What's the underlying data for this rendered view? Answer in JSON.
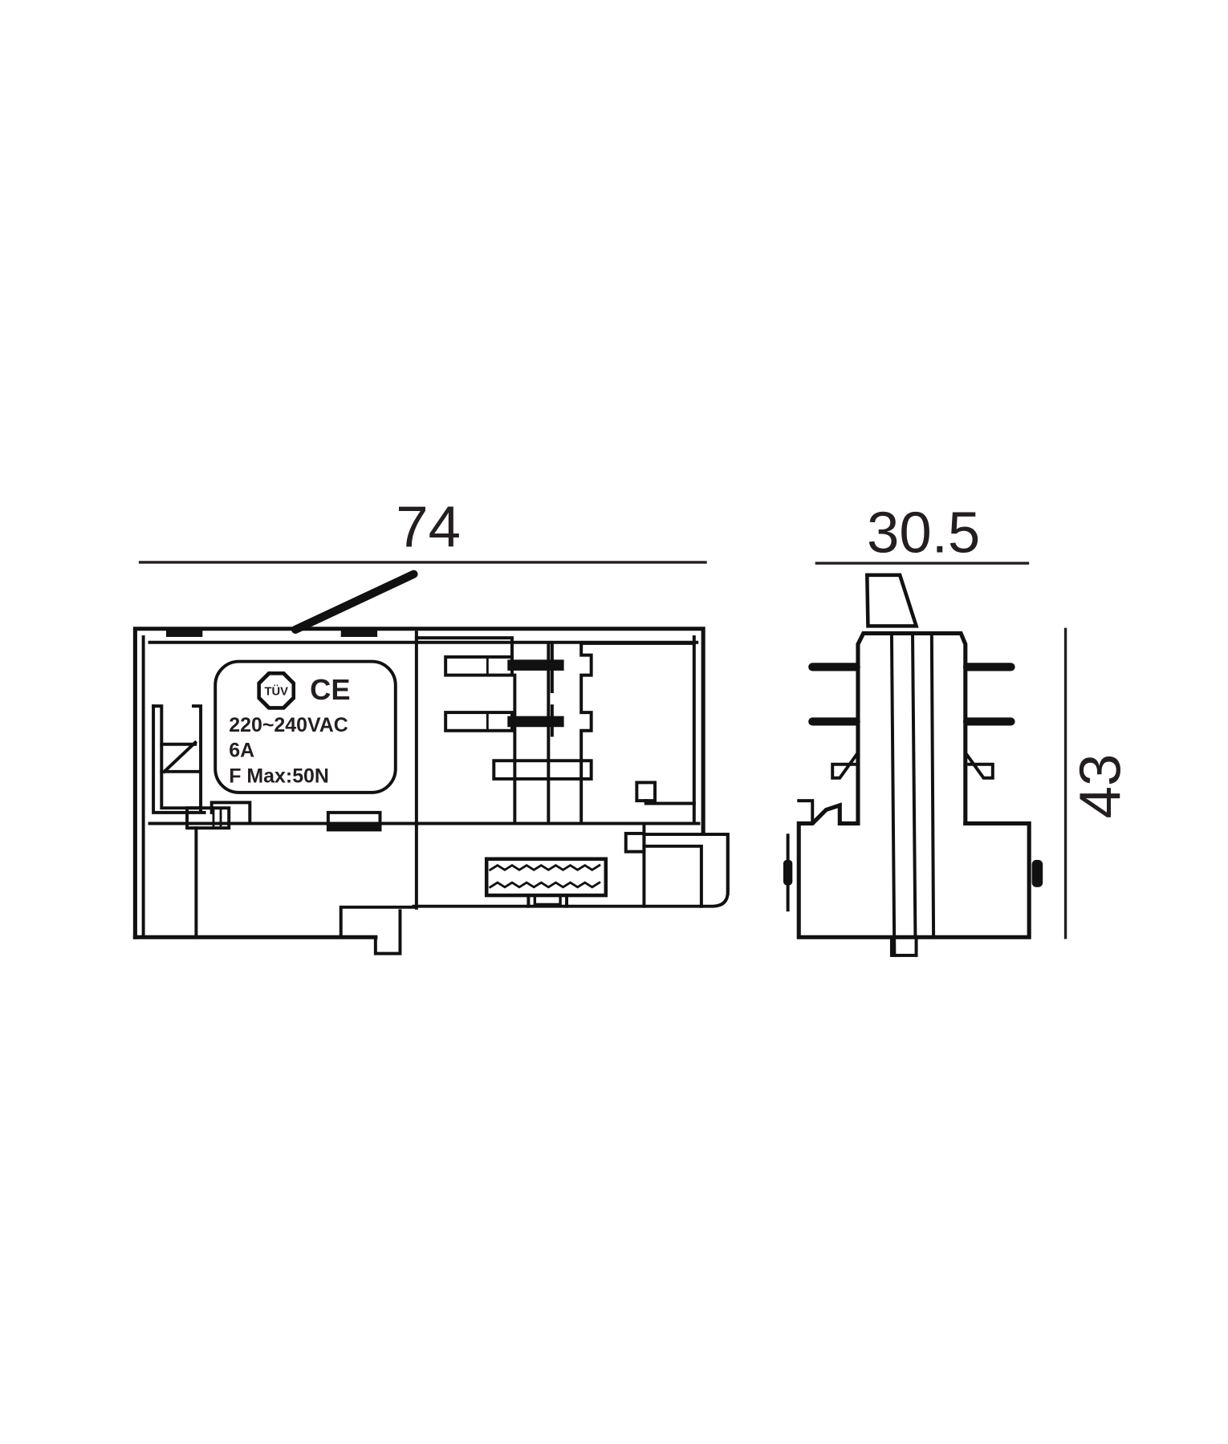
{
  "drawing": {
    "title": "Track adapter dimension drawing",
    "units": "mm",
    "line_color": "#111111",
    "text_color": "#231f20",
    "background": "#ffffff"
  },
  "front_view": {
    "width_dimension": "74",
    "rating_label": {
      "marks": [
        "TÜV",
        "CE"
      ],
      "voltage": "220~240VAC",
      "current": "6A",
      "force": "F Max:50N"
    }
  },
  "side_view": {
    "width_dimension": "30.5",
    "height_dimension": "43"
  }
}
